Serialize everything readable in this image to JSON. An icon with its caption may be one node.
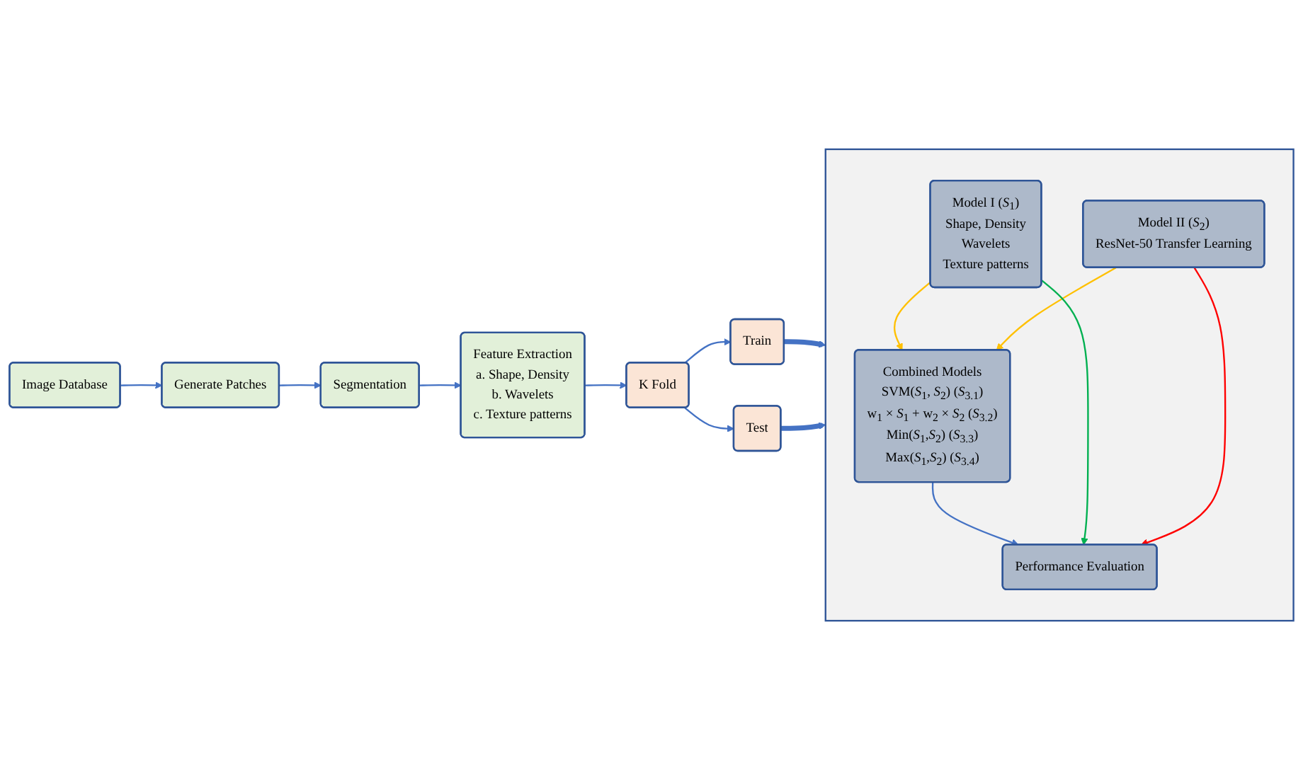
{
  "diagram": {
    "nodes": [
      {
        "text": [
          "Image Database"
        ]
      },
      {
        "text": [
          "Generate Patches"
        ]
      },
      {
        "text": [
          "Segmentation"
        ]
      },
      {
        "text": [
          "Feature Extraction",
          "a. Shape, Density",
          "b. Wavelets",
          "c. Texture patterns"
        ]
      },
      {
        "text": [],
        "shape": "box"
      },
      {
        "text": [
          "Model I (*S*$_{1}$)",
          "Shape, Density",
          "Wavelets",
          "Texture patterns"
        ],
        "in": 4
      },
      {
        "text": [
          "Model II (*S*$_{2}$)",
          "ResNet-50 Transfer Learning"
        ],
        "in": 4
      },
      {
        "text": [
          "Combined Models",
          "SVM(*S*$_{1}$, *S*$_{2}$) (*S*$_{3.1}$)",
          "w$_{1}$ × *S*$_{1}$ + w$_{2}$ × *S*$_{2}$ (*S*$_{3.2}$)",
          "Min(*S*$_{1}$,*S*$_{2}$) (*S*$_{3.3}$)",
          "Max(*S*$_{1}$,*S*$_{2}$) (*S*$_{3.4}$)"
        ],
        "in": 4
      },
      {
        "text": [
          "Performance Evaluation"
        ],
        "in": 4
      },
      {
        "text": [
          "Train"
        ]
      },
      {
        "text": [
          "Test"
        ]
      },
      {
        "text": [
          "K Fold"
        ]
      }
    ],
    "edges": [
      {
        "from": 0,
        "to": 1,
        "arrow": "to"
      },
      {
        "from": 1,
        "to": 2,
        "arrow": "to"
      },
      {
        "from": 2,
        "to": 3,
        "arrow": "to"
      },
      {
        "from": 3,
        "to": 11,
        "arrow": "to"
      },
      {
        "from": 11,
        "to": 9,
        "arrow": "to"
      },
      {
        "from": 11,
        "to": 10,
        "arrow": "to"
      },
      {
        "from": 9,
        "to": 4,
        "arrow": "to",
        "style": "thick"
      },
      {
        "from": 10,
        "to": 4,
        "arrow": "to",
        "style": "thick"
      },
      {
        "from": 5,
        "to": 7,
        "arrow": "to",
        "color": "#ffc000"
      },
      {
        "from": 6,
        "to": 7,
        "arrow": "to",
        "color": "#ffc000"
      },
      {
        "from": 7,
        "to": 8,
        "arrow": "to"
      },
      {
        "from": 5,
        "to": 8,
        "arrow": "to",
        "color": "#00b050"
      },
      {
        "from": 6,
        "to": 8,
        "arrow": "to",
        "color": "#ff0000"
      }
    ]
  }
}
